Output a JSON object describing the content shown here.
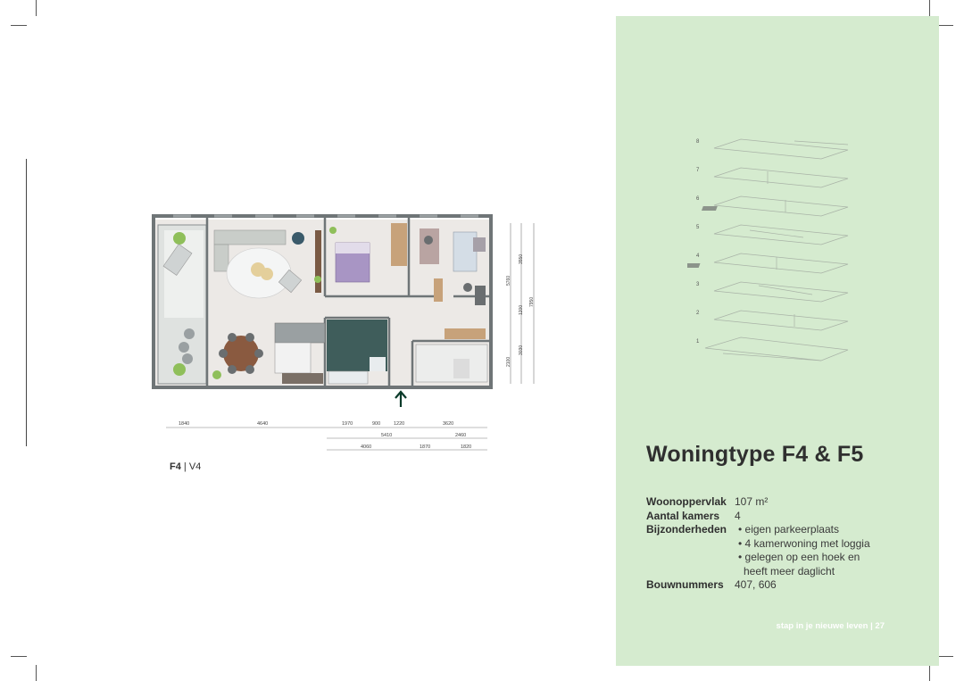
{
  "title": "Woningtype F4 & F5",
  "plan_caption": {
    "code": "F4",
    "separator": " | ",
    "variant": "V4"
  },
  "specs": {
    "woonoppervlak": {
      "label": "Woonoppervlak",
      "value": "107 m²"
    },
    "kamers": {
      "label": "Aantal kamers",
      "value": "4"
    },
    "bijzonderheden": {
      "label": "Bijzonderheden",
      "items": [
        "eigen parkeerplaats",
        "4 kamerwoning met loggia",
        "gelegen op een hoek en heeft meer daglicht"
      ]
    },
    "bouwnummers": {
      "label": "Bouwnummers",
      "value": "407, 606"
    }
  },
  "footer": "stap in je nieuwe leven | 27",
  "floor_numbers": [
    "8",
    "7",
    "6",
    "5",
    "4",
    "3",
    "2",
    "1"
  ],
  "dimensions": {
    "row1": [
      "1840",
      "4640",
      "1970",
      "900",
      "1220",
      "3620"
    ],
    "row2": [
      "5410",
      "2460"
    ],
    "row3": [
      "4060",
      "1870",
      "1820"
    ],
    "vertical": [
      "3550",
      "5760",
      "1200",
      "7950",
      "3030",
      "2100"
    ]
  },
  "colors": {
    "panel": "#d5ebcf",
    "floor": "#ece9e6",
    "wall": "#6f7577",
    "tile": "#3f5d5b",
    "accent": "#9b8ab5"
  }
}
